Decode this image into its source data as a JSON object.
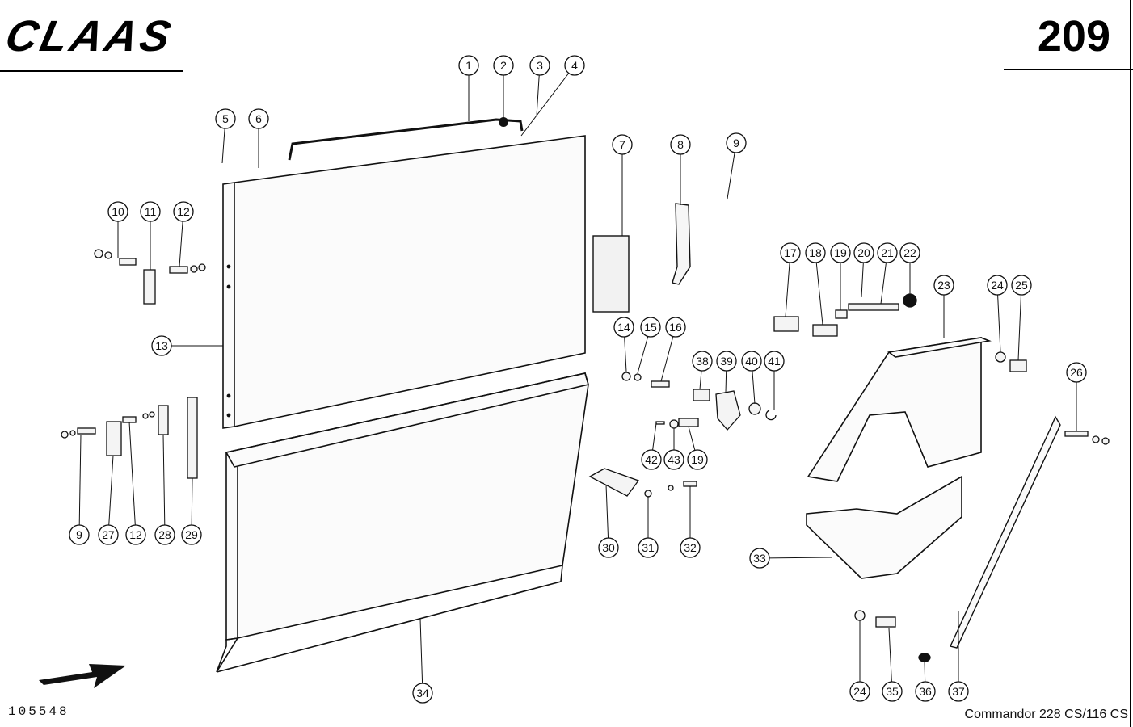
{
  "header": {
    "brand": "CLAAS",
    "page_number": "209"
  },
  "footer": {
    "document_number": "105548",
    "model": "Commandor 228 CS/116 CS"
  },
  "callouts": [
    "1",
    "2",
    "3",
    "4",
    "5",
    "6",
    "7",
    "8",
    "9",
    "10",
    "11",
    "12",
    "13",
    "14",
    "15",
    "16",
    "17",
    "18",
    "19",
    "20",
    "21",
    "22",
    "23",
    "24",
    "25",
    "26",
    "9",
    "27",
    "12",
    "28",
    "29",
    "42",
    "43",
    "19",
    "38",
    "39",
    "40",
    "41",
    "30",
    "31",
    "32",
    "33",
    "34",
    "24",
    "35",
    "36",
    "37"
  ]
}
